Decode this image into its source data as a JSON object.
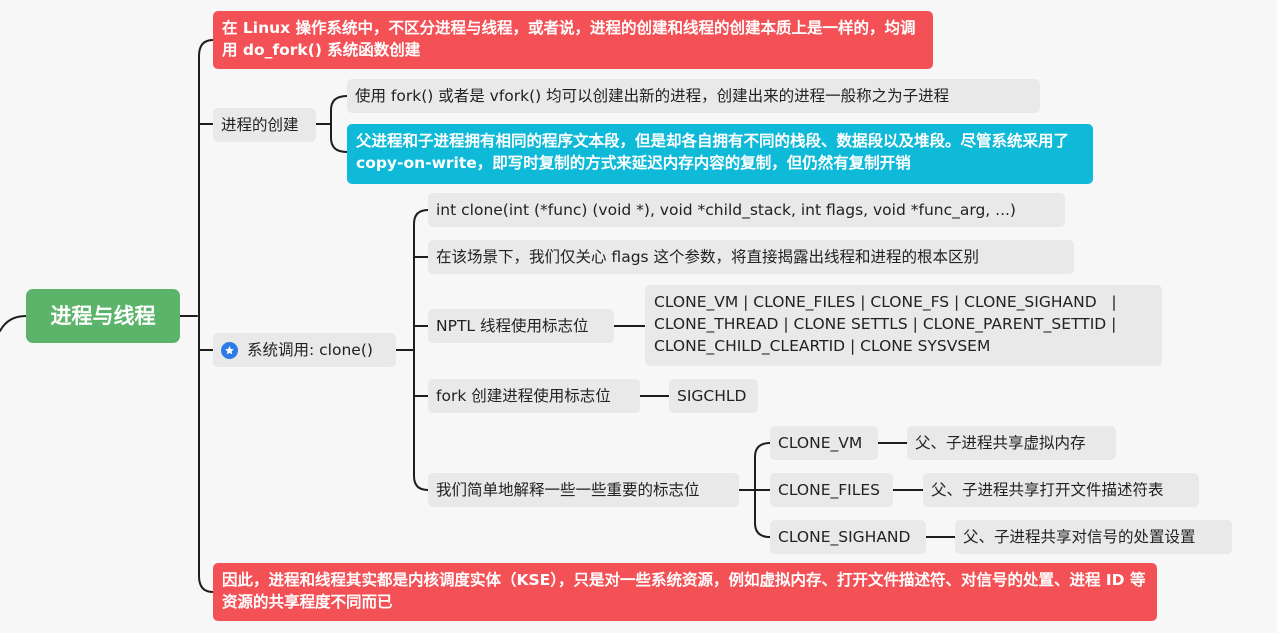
{
  "root": {
    "label": "进程与线程"
  },
  "intro_note": "在 Linux 操作系统中，不区分进程与线程，或者说，进程的创建和线程的创建本质上是一样的，均调用 do_fork() 系统函数创建",
  "process_creation": {
    "label": "进程的创建",
    "children": [
      "使用 fork() 或者是 vfork() 均可以创建出新的进程，创建出来的进程一般称之为子进程",
      "父进程和子进程拥有相同的程序文本段，但是却各自拥有不同的栈段、数据段以及堆段。尽管系统采用了 copy-on-write，即写时复制的方式来延迟内存内容的复制，但仍然有复制开销"
    ]
  },
  "syscall_clone": {
    "label": "系统调用: clone()",
    "icon": "star-icon",
    "signature": "int clone(int (*func) (void *), void *child_stack, int flags, void *func_arg, ...)",
    "scenario": "在该场景下，我们仅关心 flags 这个参数，将直接揭露出线程和进程的根本区别",
    "nptl": {
      "label": "NPTL 线程使用标志位",
      "flags_lines": [
        "CLONE_VM | CLONE_FILES | CLONE_FS | CLONE_SIGHAND   |",
        "CLONE_THREAD | CLONE SETTLS | CLONE_PARENT_SETTID |",
        "CLONE_CHILD_CLEARTID | CLONE SYSVSEM"
      ]
    },
    "fork": {
      "label": "fork 创建进程使用标志位",
      "flag": "SIGCHLD"
    },
    "explain": {
      "label": "我们简单地解释一些一些重要的标志位",
      "items": [
        {
          "flag": "CLONE_VM",
          "desc": "父、子进程共享虚拟内存"
        },
        {
          "flag": "CLONE_FILES",
          "desc": "父、子进程共享打开文件描述符表"
        },
        {
          "flag": "CLONE_SIGHAND",
          "desc": "父、子进程共享对信号的处置设置"
        }
      ]
    }
  },
  "conclusion_note": "因此，进程和线程其实都是内核调度实体（KSE），只是对一些系统资源，例如虚拟内存、打开文件描述符、对信号的处置、进程 ID 等资源的共享程度不同而已",
  "colors": {
    "root": "#5cb46a",
    "highlight_red": "#f35156",
    "highlight_cyan": "#0fb9d8",
    "node_grey": "#e9e9e9",
    "icon_blue": "#2f7be5",
    "connector": "#1e1e1e"
  }
}
